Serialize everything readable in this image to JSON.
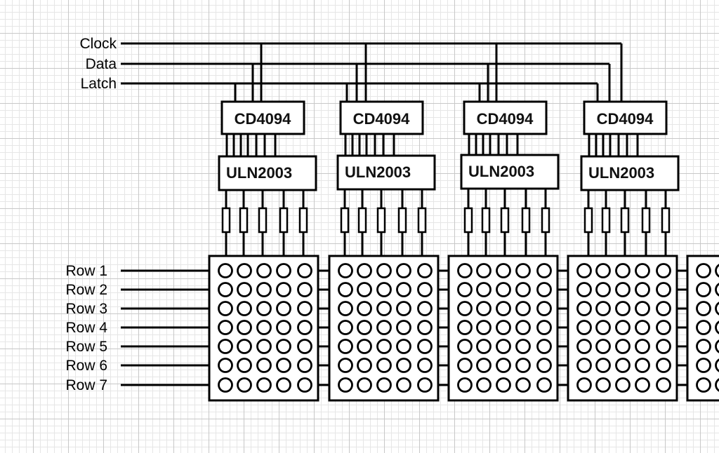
{
  "signals": [
    "Clock",
    "Data",
    "Latch"
  ],
  "rows": [
    "Row 1",
    "Row 2",
    "Row 3",
    "Row 4",
    "Row 5",
    "Row 6",
    "Row 7"
  ],
  "chips": {
    "shift_register": "CD4094",
    "driver": "ULN2003"
  },
  "modules": 4,
  "matrix": {
    "columns": 5,
    "rows": 7,
    "count_visible": 5
  },
  "colors": {
    "line": "#000000",
    "grid": "#c8c8c8"
  }
}
